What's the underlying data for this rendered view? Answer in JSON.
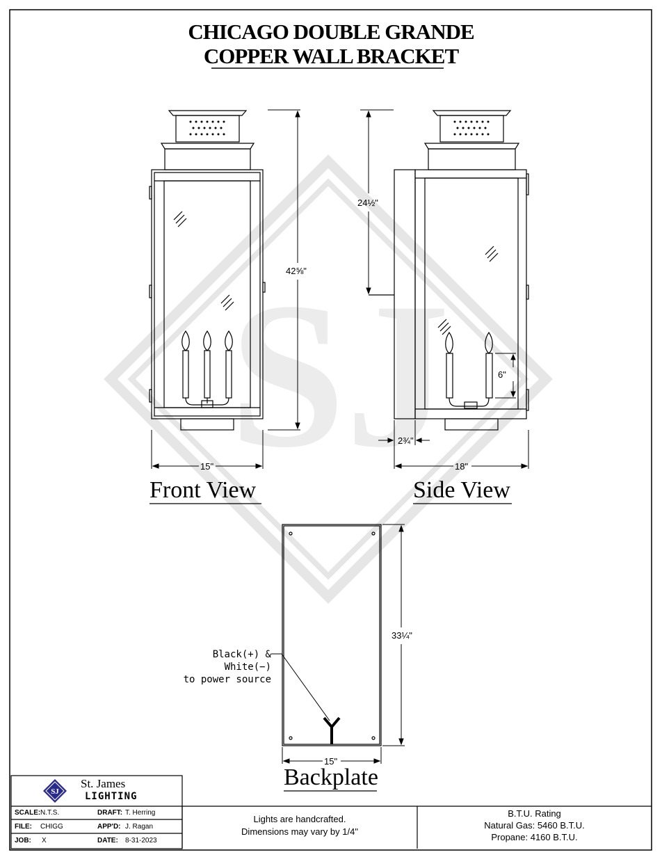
{
  "title": {
    "line1": "CHICAGO DOUBLE GRANDE",
    "line2": "COPPER WALL BRACKET"
  },
  "views": {
    "front": "Front View",
    "side": "Side View",
    "backplate": "Backplate"
  },
  "dimensions": {
    "front_height": "42⅝\"",
    "front_width": "15\"",
    "side_upper": "24½\"",
    "side_candle": "6\"",
    "side_offset": "2¾\"",
    "side_width": "18\"",
    "back_height": "33¼\"",
    "back_width": "15\""
  },
  "wiring_note": {
    "line1": "Black(+) & White(−)",
    "line2": "to power source"
  },
  "company": {
    "name": "St. James",
    "sub": "LIGHTING",
    "logo_text": "SJ"
  },
  "title_block": {
    "scale_label": "SCALE:",
    "scale_value": "N.T.S.",
    "draft_label": "DRAFT:",
    "draft_value": "T. Herring",
    "file_label": "FILE:",
    "file_value": "CHIGG",
    "appd_label": "APP'D:",
    "appd_value": "J. Ragan",
    "job_label": "JOB:",
    "job_value": "X",
    "date_label": "DATE:",
    "date_value": "8-31-2023"
  },
  "notes": {
    "line1": "Lights are handcrafted.",
    "line2": "Dimensions may vary by 1/4\""
  },
  "btu": {
    "title": "B.T.U. Rating",
    "natural_gas": "Natural Gas: 5460 B.T.U.",
    "propane": "Propane: 4160 B.T.U."
  },
  "colors": {
    "line": "#000000",
    "watermark": "#e6e6e6",
    "logo": "#2a2a8c"
  }
}
